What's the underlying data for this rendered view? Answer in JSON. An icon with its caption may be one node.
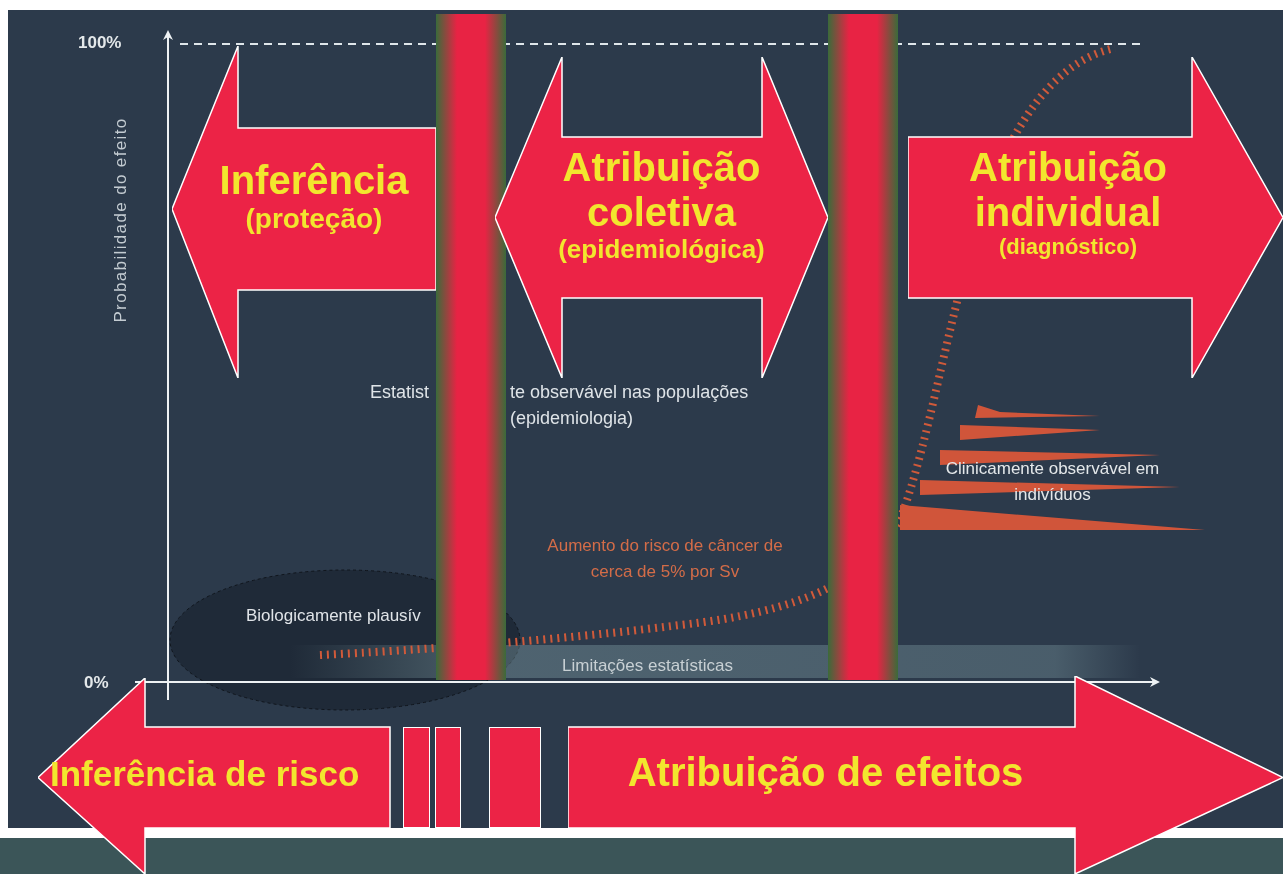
{
  "diagram": {
    "nodes": [
      {
        "text": [
          "Inferência",
          "(proteção)"
        ]
      },
      {
        "text": [
          "Atribuição coletiva",
          "(epidemiológica)"
        ]
      },
      {
        "text": [
          "Atribuição individual",
          "(diagnóstico)"
        ]
      },
      {
        "text": [
          "Inferência de risco"
        ]
      },
      {
        "text": [
          "Atribuição de efeitos"
        ]
      },
      {
        "text": [],
        "shape": "bar"
      },
      {
        "text": [],
        "shape": "bar"
      },
      {
        "text": [],
        "shape": "box"
      },
      {
        "text": [],
        "shape": "box"
      },
      {
        "text": [],
        "shape": "box"
      }
    ],
    "edges": [],
    "labels": [
      "100%",
      "Probabilidade do efeito",
      "Estatist",
      "te observável nas populações",
      "(epidemiologia)",
      "Clinicamente observável em indivíduos",
      "Aumento do risco de câncer de cerca de 5% por Sv",
      "Biologicamente plausív",
      "Limitações estatísticas",
      "0%"
    ]
  }
}
